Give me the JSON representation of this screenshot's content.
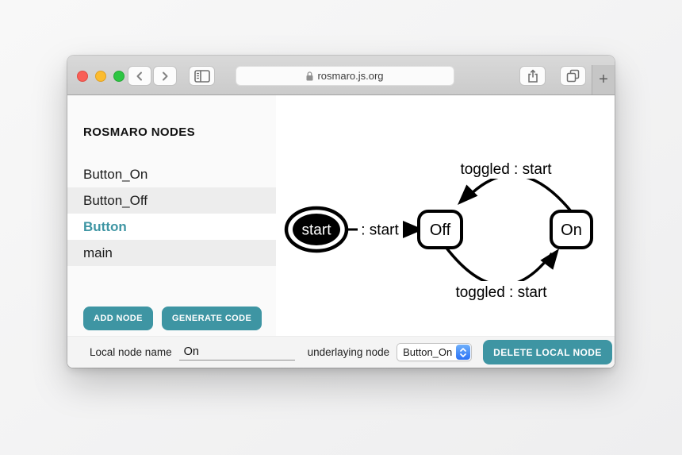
{
  "browser": {
    "url_text": "rosmaro.js.org",
    "new_tab_label": "+",
    "window_controls": [
      "close",
      "minimize",
      "zoom"
    ],
    "icons": {
      "back": "chevron-left",
      "forward": "chevron-right",
      "sidebar_toggle": "sidebar-panel",
      "lock": "padlock",
      "share": "box-with-up-arrow",
      "tabs": "overlapping-squares"
    }
  },
  "sidebar": {
    "title": "ROSMARO NODES",
    "items": [
      {
        "label": "Button_On",
        "active": false
      },
      {
        "label": "Button_Off",
        "active": false
      },
      {
        "label": "Button",
        "active": true
      },
      {
        "label": "main",
        "active": false
      }
    ],
    "buttons": {
      "add_node": "ADD NODE",
      "generate_code": "GENERATE CODE"
    }
  },
  "diagram": {
    "start_label": "start",
    "entry_label": ": start",
    "states": [
      "Off",
      "On"
    ],
    "transitions": [
      {
        "from": "On",
        "to": "Off",
        "label": "toggled : start"
      },
      {
        "from": "Off",
        "to": "On",
        "label": "toggled : start"
      }
    ]
  },
  "footer": {
    "local_node_name_label": "Local node name",
    "local_node_name_value": "On",
    "underlaying_node_label": "underlaying node",
    "underlaying_node_value": "Button_On",
    "delete_button": "DELETE LOCAL NODE"
  },
  "colors": {
    "accent_teal": "#3e95a3",
    "select_blue": "#2b72f6",
    "traffic_red": "#f95f57",
    "traffic_yellow": "#fcbc2f",
    "traffic_green": "#2dc643"
  }
}
